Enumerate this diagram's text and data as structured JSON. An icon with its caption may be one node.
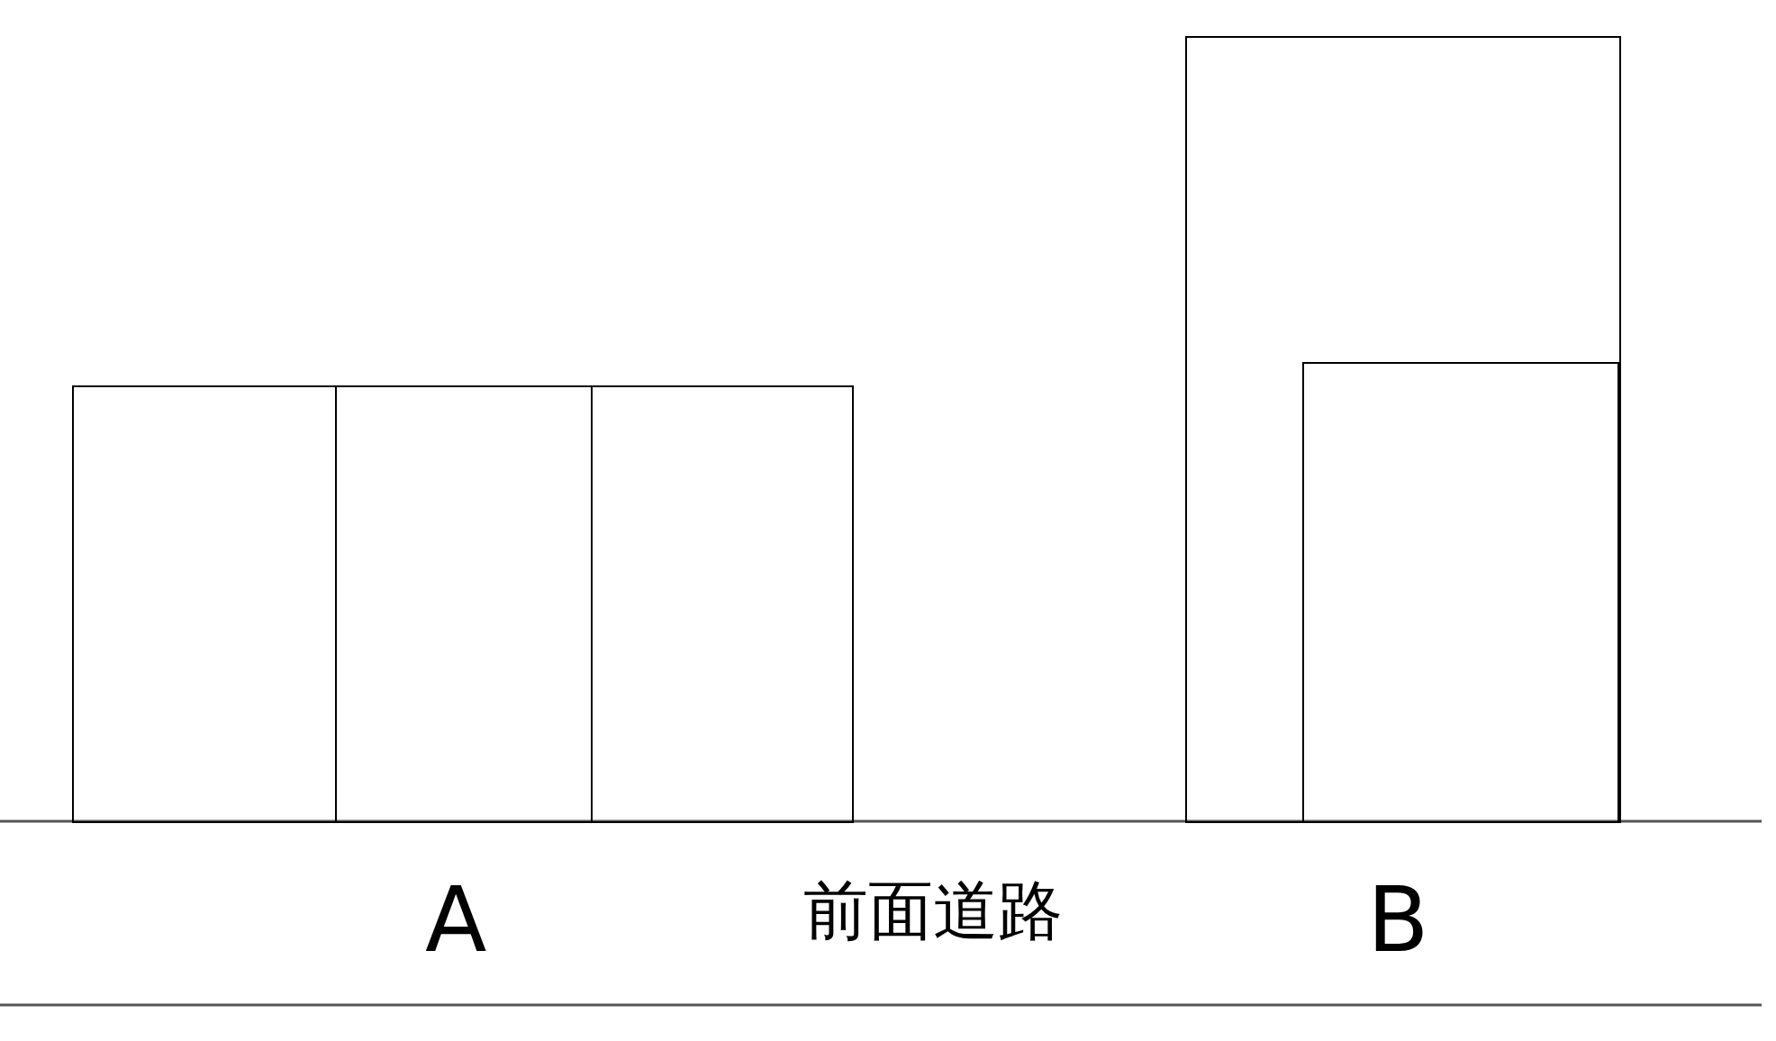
{
  "diagram": {
    "nodes": [
      {
        "text": [],
        "shape": "box"
      },
      {
        "text": [],
        "shape": "box"
      },
      {
        "text": [],
        "shape": "box"
      },
      {
        "text": [],
        "shape": "box"
      },
      {
        "text": [],
        "shape": "box",
        "in": 3
      }
    ],
    "labels": [
      "A",
      "前面道路",
      "B"
    ]
  }
}
